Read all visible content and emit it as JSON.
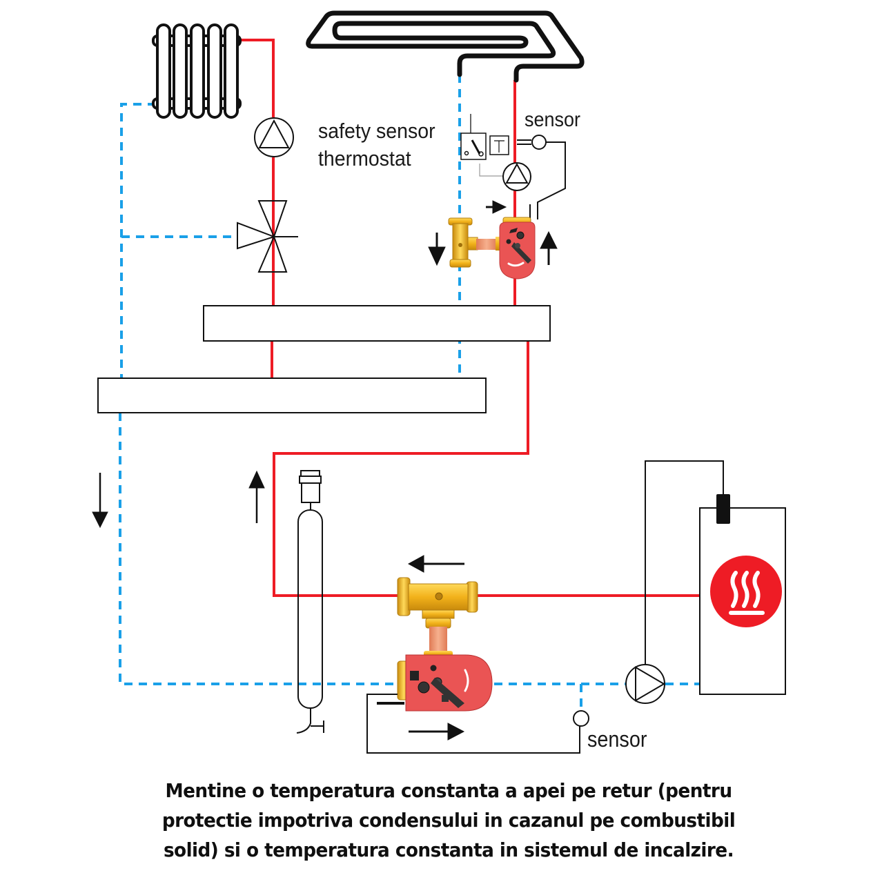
{
  "colors": {
    "supply_line": "#ee1c25",
    "return_line": "#1aa0e8",
    "control_wire": "#111111",
    "valve_body": "#ea5454",
    "brass_fitting": "#f2b21b",
    "copper_pipe": "#f0a07a",
    "heat_source_badge": "#ee1c25"
  },
  "labels": {
    "safety_sensor_line1": "safety sensor",
    "safety_sensor_line2": "thermostat",
    "sensor_top": "sensor",
    "sensor_bottom": "sensor"
  },
  "components": {
    "radiator": "radiator-icon",
    "underfloor_loop": "underfloor-heating-loop-icon",
    "pump_radiator": "circulation-pump-icon",
    "three_way_valve": "three-way-mixing-valve-icon",
    "pump_floor": "circulation-pump-icon",
    "safety_thermostat": "thermostat-switch-icon",
    "mixing_valve_top": "motorized-mixing-valve-icon",
    "mixing_valve_bottom": "motorized-mixing-valve-icon",
    "manifold_supply": "distribution-manifold",
    "manifold_return": "distribution-manifold",
    "hydraulic_separator": "hydraulic-separator-icon",
    "boiler": "solid-fuel-boiler",
    "boiler_badge": "heat-waves-icon",
    "boiler_pump": "circulation-pump-icon",
    "boiler_controller": "controller-block-icon"
  },
  "caption": {
    "line1": "Mentine o temperatura constanta a apei pe retur (pentru",
    "line2": "protectie impotriva condensului in cazanul pe combustibil",
    "line3": "solid) si o temperatura constanta in sistemul de incalzire."
  }
}
